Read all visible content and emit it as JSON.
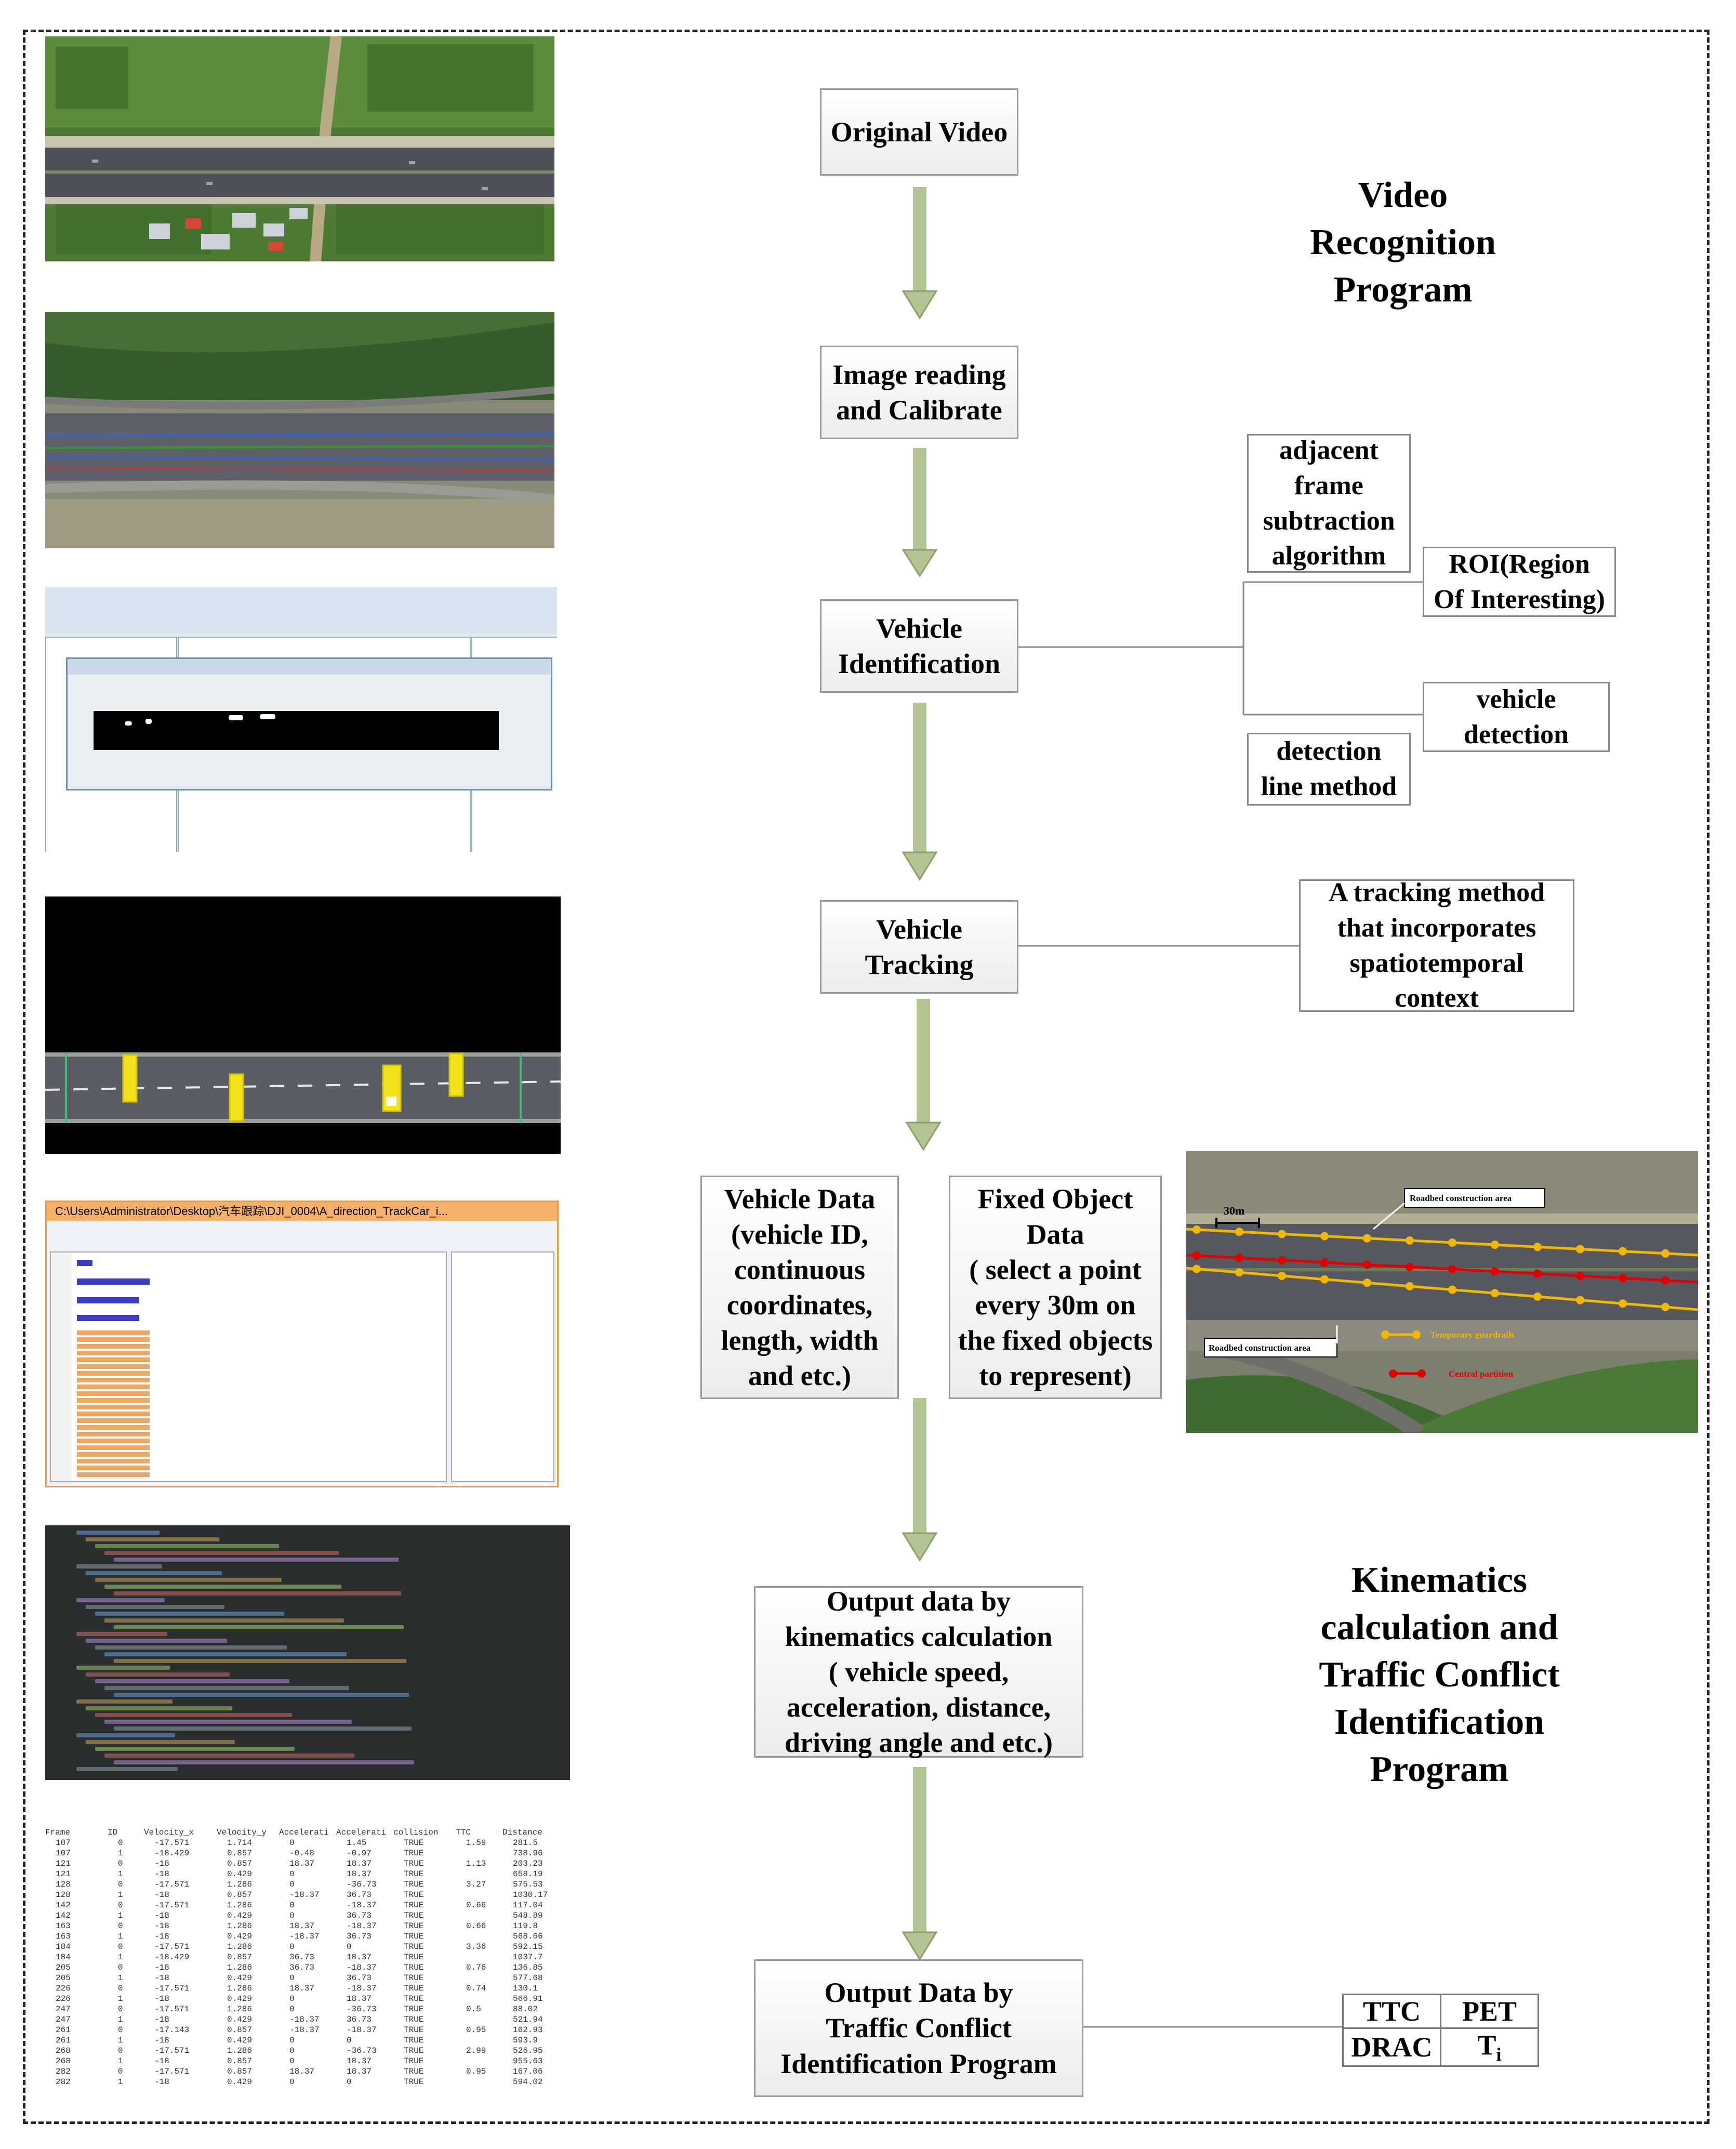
{
  "titles": {
    "video_recognition": [
      "Video",
      "Recognition",
      "Program"
    ],
    "kinematics": [
      "Kinematics",
      "calculation and",
      "Traffic Conflict",
      "Identification",
      "Program"
    ]
  },
  "flow": {
    "original_video": "Original Video",
    "image_reading": [
      "Image reading",
      "and Calibrate"
    ],
    "vehicle_identification": [
      "Vehicle",
      "Identification"
    ],
    "vehicle_tracking": [
      "Vehicle",
      "Tracking"
    ],
    "vehicle_data": [
      "Vehicle Data",
      "(vehicle ID,",
      "continuous",
      "coordinates,",
      "length, width",
      "and etc.)"
    ],
    "fixed_object_data": [
      "Fixed Object",
      "Data",
      "( select a point",
      "every 30m on",
      "the fixed objects",
      "to represent)"
    ],
    "kinematics_output": [
      "Output data by",
      "kinematics calculation",
      "( vehicle speed,",
      "acceleration,  distance,",
      "driving angle and etc.)"
    ],
    "conflict_output": [
      "Output Data by",
      "Traffic Conflict",
      "Identification Program"
    ]
  },
  "notes": {
    "adjacent_frame": [
      "adjacent",
      "frame",
      "subtraction",
      "algorithm"
    ],
    "roi": [
      "ROI(Region",
      "Of Interesting)"
    ],
    "vehicle_detection": [
      "vehicle",
      "detection"
    ],
    "detection_line": [
      "detection",
      "line method"
    ],
    "tracking_method": [
      "A tracking method",
      "that incorporates",
      "spatiotemporal",
      "context"
    ]
  },
  "metrics": {
    "ttc": "TTC",
    "pet": "PET",
    "drac": "DRAC",
    "ti_base": "T",
    "ti_sub": "i"
  },
  "road_image": {
    "scale_label": "30m",
    "top_callout": "Roadbed construction area",
    "bottom_callout": "Roadbed construction area",
    "legend_guardrails": "Temporary guardrails",
    "legend_partition": "Central partition",
    "colors": {
      "guardrail": "#f2b700",
      "partition": "#e10000"
    }
  },
  "screens": {
    "notepad_title": "C:\\Users\\Administrator\\Desktop\\汽车跟踪\\DJI_0004\\A_direction_TrackCar_i...",
    "table_headers": [
      "Frame",
      "ID",
      "Velocity_x",
      "Velocity_y",
      "Accelerati",
      "Accelerati",
      "collision",
      "TTC",
      "Distance"
    ],
    "table_rows": [
      [
        "107",
        "0",
        "-17.571",
        "1.714",
        "0",
        "1.45",
        "TRUE",
        "1.59",
        "281.5"
      ],
      [
        "107",
        "1",
        "-18.429",
        "0.857",
        "-0.48",
        "-0.97",
        "TRUE",
        "",
        "738.96"
      ],
      [
        "121",
        "0",
        "-18",
        "0.857",
        "18.37",
        "18.37",
        "TRUE",
        "1.13",
        "203.23"
      ],
      [
        "121",
        "1",
        "-18",
        "0.429",
        "0",
        "18.37",
        "TRUE",
        "",
        "658.19"
      ],
      [
        "128",
        "0",
        "-17.571",
        "1.286",
        "0",
        "-36.73",
        "TRUE",
        "3.27",
        "575.53"
      ],
      [
        "128",
        "1",
        "-18",
        "0.857",
        "-18.37",
        "36.73",
        "TRUE",
        "",
        "1030.17"
      ],
      [
        "142",
        "0",
        "-17.571",
        "1.286",
        "0",
        "-18.37",
        "TRUE",
        "0.66",
        "117.04"
      ],
      [
        "142",
        "1",
        "-18",
        "0.429",
        "0",
        "36.73",
        "TRUE",
        "",
        "548.89"
      ],
      [
        "163",
        "0",
        "-18",
        "1.286",
        "18.37",
        "-18.37",
        "TRUE",
        "0.66",
        "119.8"
      ],
      [
        "163",
        "1",
        "-18",
        "0.429",
        "-18.37",
        "36.73",
        "TRUE",
        "",
        "568.66"
      ],
      [
        "184",
        "0",
        "-17.571",
        "1.286",
        "0",
        "0",
        "TRUE",
        "3.36",
        "592.15"
      ],
      [
        "184",
        "1",
        "-18.429",
        "0.857",
        "36.73",
        "18.37",
        "TRUE",
        "",
        "1037.7"
      ],
      [
        "205",
        "0",
        "-18",
        "1.286",
        "36.73",
        "-18.37",
        "TRUE",
        "0.76",
        "136.85"
      ],
      [
        "205",
        "1",
        "-18",
        "0.429",
        "0",
        "36.73",
        "TRUE",
        "",
        "577.68"
      ],
      [
        "226",
        "0",
        "-17.571",
        "1.286",
        "18.37",
        "-18.37",
        "TRUE",
        "0.74",
        "130.1"
      ],
      [
        "226",
        "1",
        "-18",
        "0.429",
        "0",
        "18.37",
        "TRUE",
        "",
        "566.91"
      ],
      [
        "247",
        "0",
        "-17.571",
        "1.286",
        "0",
        "-36.73",
        "TRUE",
        "0.5",
        "88.02"
      ],
      [
        "247",
        "1",
        "-18",
        "0.429",
        "-18.37",
        "36.73",
        "TRUE",
        "",
        "521.94"
      ],
      [
        "261",
        "0",
        "-17.143",
        "0.857",
        "-18.37",
        "-18.37",
        "TRUE",
        "0.95",
        "162.93"
      ],
      [
        "261",
        "1",
        "-18",
        "0.429",
        "0",
        "0",
        "TRUE",
        "",
        "593.9"
      ],
      [
        "268",
        "0",
        "-17.571",
        "1.286",
        "0",
        "-36.73",
        "TRUE",
        "2.99",
        "526.95"
      ],
      [
        "268",
        "1",
        "-18",
        "0.857",
        "0",
        "18.37",
        "TRUE",
        "",
        "955.63"
      ],
      [
        "282",
        "0",
        "-17.571",
        "0.857",
        "18.37",
        "18.37",
        "TRUE",
        "0.95",
        "167.06"
      ],
      [
        "282",
        "1",
        "-18",
        "0.429",
        "0",
        "0",
        "TRUE",
        "",
        "594.02"
      ]
    ]
  }
}
